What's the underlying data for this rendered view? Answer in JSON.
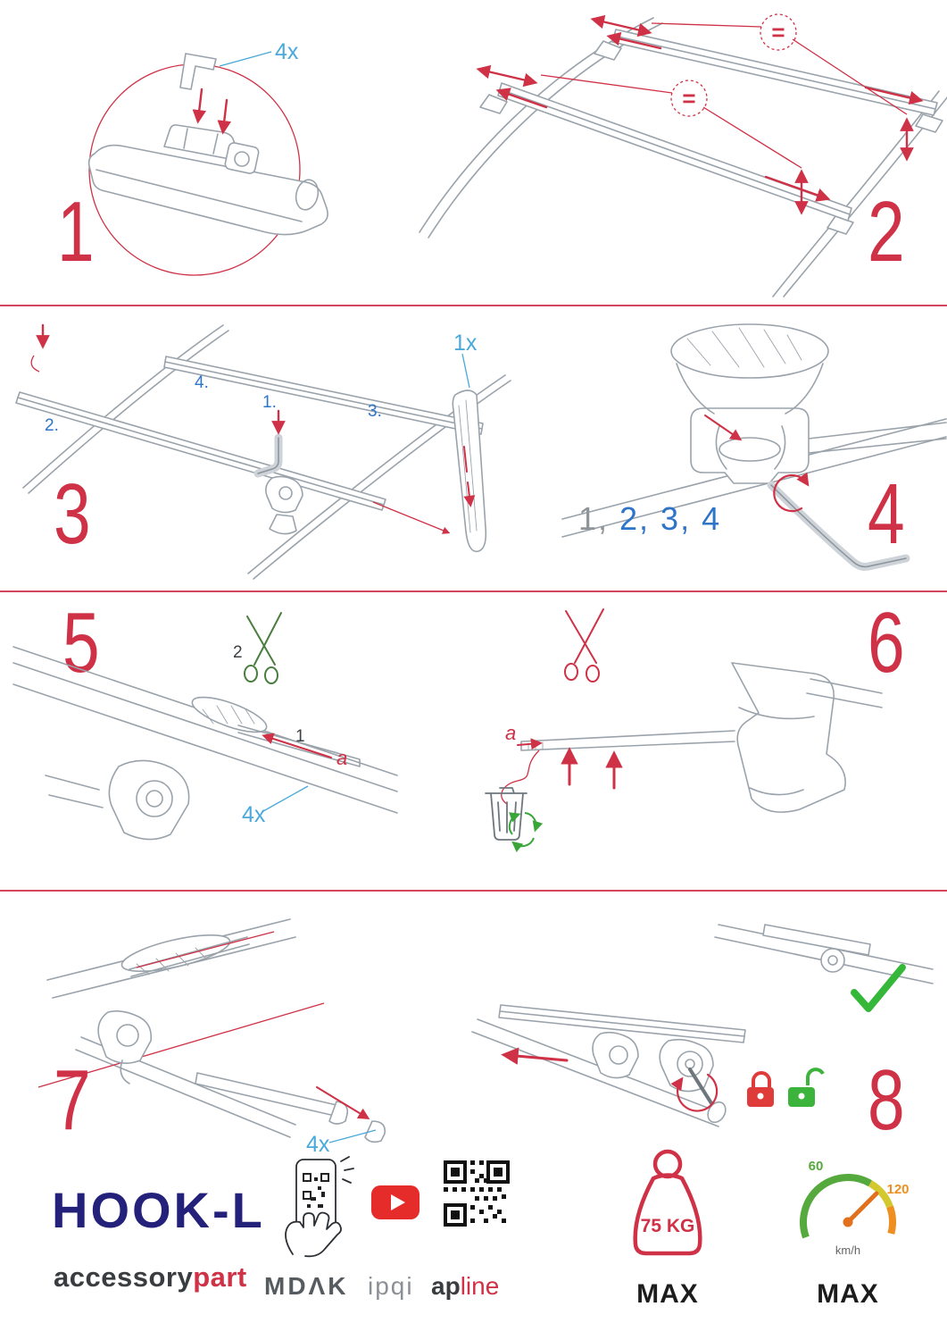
{
  "steps": {
    "s1": {
      "number": "1",
      "qty": "4x"
    },
    "s2": {
      "number": "2",
      "equal_top": "=",
      "equal_mid": "="
    },
    "s3": {
      "number": "3",
      "qty": "1x",
      "sub1": "1.",
      "sub2": "2.",
      "sub3": "3.",
      "sub4": "4."
    },
    "s4": {
      "number": "4",
      "seq_first": "1,",
      "seq_rest": " 2, 3, 4"
    },
    "s5": {
      "number": "5",
      "label_one": "1",
      "label_two": "2",
      "label_a": "a",
      "qty": "4x"
    },
    "s6": {
      "number": "6",
      "label_a": "a"
    },
    "s7": {
      "number": "7",
      "qty": "4x"
    },
    "s8": {
      "number": "8"
    }
  },
  "footer": {
    "product": "HOOK-L",
    "brand_first": "accessory",
    "brand_second": "part",
    "partner_1": "MDΛK",
    "partner_2": "ipqi",
    "partner_3_first": "ap",
    "partner_3_second": "line",
    "weight_value": "75 KG",
    "weight_max": "MAX",
    "speed_low": "60",
    "speed_high": "120",
    "speed_unit": "km/h",
    "speed_max": "MAX"
  },
  "icons": [
    "detail-circle",
    "equal-spacing-badge",
    "measure-arrows",
    "allen-key-icon",
    "scissors-icon",
    "trash-bin-icon",
    "recycle-icon",
    "locked-padlock-icon",
    "unlocked-padlock-icon",
    "checkmark-icon",
    "phone-scan-icon",
    "youtube-icon",
    "qr-code-icon",
    "weight-max-icon",
    "speedometer-icon"
  ],
  "colors": {
    "accent_red": "#cf3146",
    "label_blue": "#49a9da",
    "sequence_blue": "#2e74c9",
    "navy": "#24217a",
    "ok_green": "#35b83a",
    "gauge_green": "#56a93c",
    "gauge_orange": "#ef8f1f",
    "line_gray": "#9aa3ab"
  }
}
